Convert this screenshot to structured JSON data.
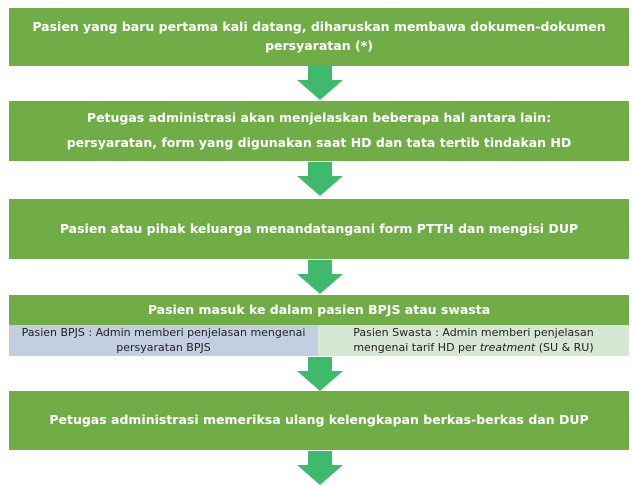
{
  "steps": {
    "step1": {
      "line1": "Pasien yang baru pertama kali datang, diharuskan membawa dokumen-dokumen",
      "line2": "persyaratan (*)"
    },
    "step2": {
      "line1": "Petugas administrasi akan menjelaskan beberapa hal antara lain:",
      "line2": "persyaratan, form yang digunakan saat HD dan tata tertib tindakan HD"
    },
    "step3": {
      "line1": "Pasien atau pihak keluarga menandatangani form PTTH dan mengisi DUP"
    },
    "step4": {
      "line1": "Pasien masuk ke dalam pasien BPJS atau swasta",
      "bpjs": {
        "line1": "Pasien BPJS : Admin memberi penjelasan mengenai",
        "line2": "persyaratan BPJS"
      },
      "swasta": {
        "line1": "Pasien Swasta : Admin memberi penjelasan",
        "line2_prefix": "mengenai tarif HD per ",
        "line2_italic": "treatment",
        "line2_suffix": " (SU & RU)"
      }
    },
    "step5": {
      "line1": "Petugas administrasi memeriksa ulang kelengkapan berkas-berkas dan DUP"
    }
  },
  "colors": {
    "box": "#70ad47",
    "arrow": "#3fb96b",
    "bpjs_bg": "#c3cfe0",
    "swasta_bg": "#d6e7d3"
  }
}
